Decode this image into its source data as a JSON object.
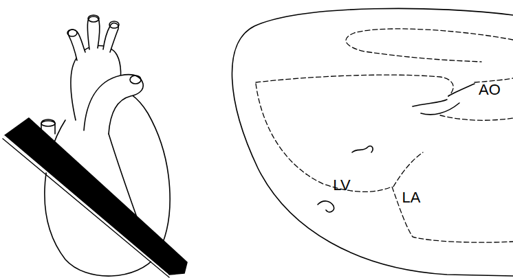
{
  "diagram": {
    "labels": [
      "LV",
      "AO",
      "LA"
    ]
  }
}
